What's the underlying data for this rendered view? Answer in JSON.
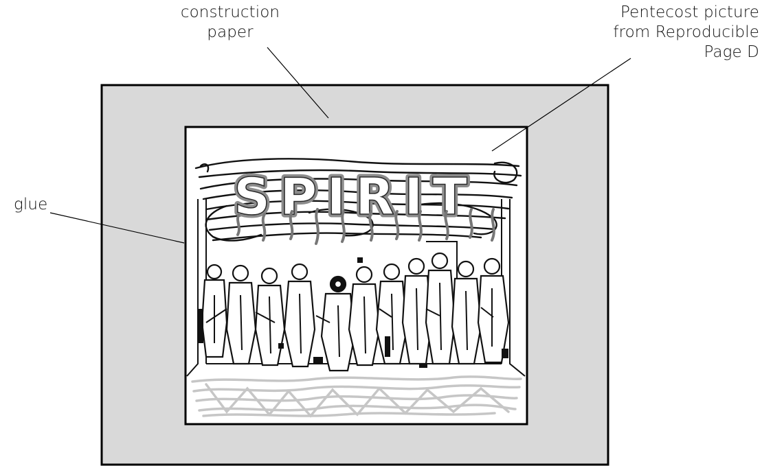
{
  "labels": {
    "construction_paper": [
      "construction",
      "paper"
    ],
    "pentecost_picture": [
      "Pentecost picture",
      "from Reproducible",
      "Page D"
    ],
    "glue": "glue"
  },
  "picture": {
    "banner_text": "SPIRIT"
  },
  "colors": {
    "construction_paper_fill": "#d9d9d9",
    "outline": "#000000",
    "picture_fill": "#ffffff",
    "banner_gray": "#8c8c8c",
    "floor_scribble": "#c6c6c6"
  }
}
